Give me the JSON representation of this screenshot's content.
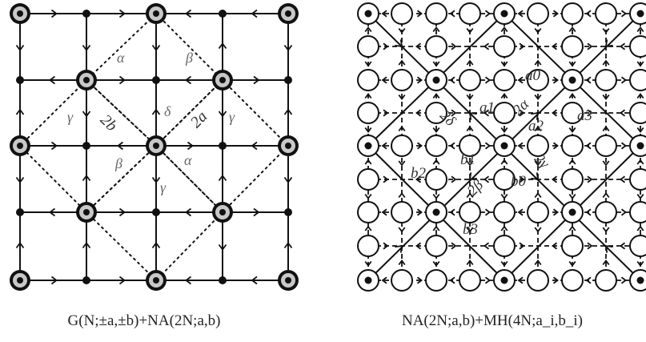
{
  "left_panel": {
    "caption": "G(N;±a,±b)+NA(2N;a,b)",
    "labels": {
      "alpha_top": "α",
      "beta_top": "β",
      "gamma_left": "γ",
      "two_b": "2b",
      "delta": "δ",
      "two_a": "2a",
      "gamma_right": "γ",
      "beta_bottom": "β",
      "alpha_bottom": "α",
      "gamma_bottom": "γ"
    }
  },
  "right_panel": {
    "caption": "NA(2N;a,b)+MH(4N;a_i,b_i)",
    "labels": {
      "a0": "a0",
      "a1": "a1",
      "two_alpha": "2α",
      "a3": "a3",
      "two_delta": "2δ",
      "a2": "a2",
      "b1": "b1",
      "two_gamma": "2γ",
      "b2": "b2",
      "two_beta": "2β",
      "b0": "b0",
      "b3": "b3"
    }
  },
  "colors": {
    "line": "#111111",
    "node_fill_gray": "#c8c8c8",
    "node_fill_white": "#ffffff",
    "label_gray": "#666666"
  }
}
